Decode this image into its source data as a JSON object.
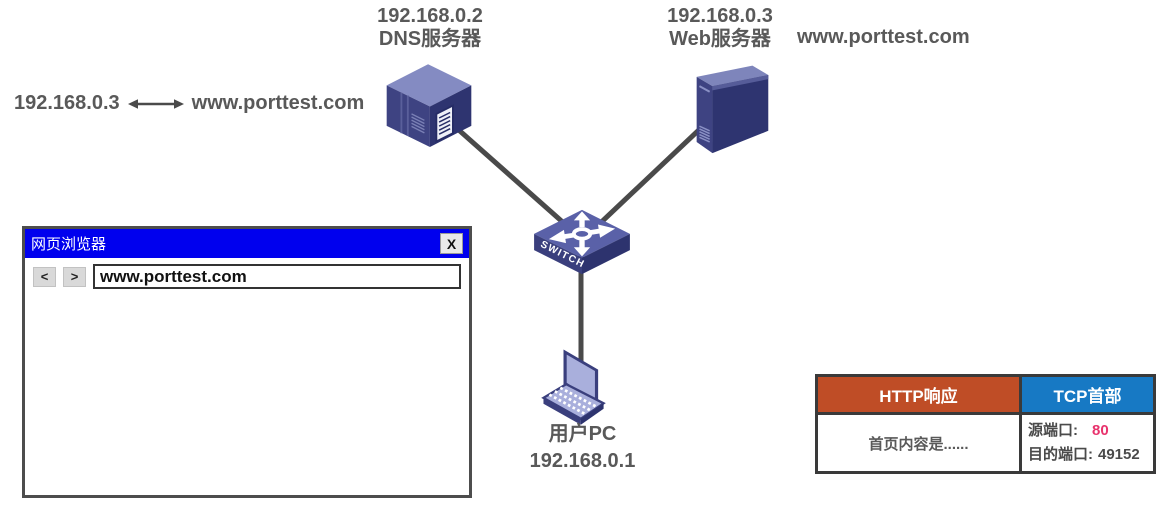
{
  "nodes": {
    "dns_server": {
      "ip": "192.168.0.2",
      "name": "DNS服务器"
    },
    "web_server": {
      "ip": "192.168.0.3",
      "name": "Web服务器"
    },
    "web_domain": "www.porttest.com",
    "switch": {
      "name": "SWITCH"
    },
    "user_pc": {
      "name": "用户PC",
      "ip": "192.168.0.1"
    }
  },
  "dns_mapping": {
    "ip": "192.168.0.3",
    "domain": "www.porttest.com"
  },
  "browser": {
    "title": "网页浏览器",
    "close": "X",
    "back": "<",
    "forward": ">",
    "address": "www.porttest.com"
  },
  "packet_table": {
    "headers": [
      {
        "label": "HTTP响应",
        "color": "#BF4D26"
      },
      {
        "label": "TCP首部",
        "color": "#1779C4"
      }
    ],
    "payload": "首页内容是......",
    "src_port_label": "源端口:",
    "src_port": "80",
    "dst_port_label": "目的端口:",
    "dst_port": "49152"
  },
  "colors": {
    "link_line": "#4A4A4A",
    "label_text": "#595959",
    "titlebar_blue": "#0000EE",
    "port_highlight_pink": "#E8336D",
    "device_dark_navy": "#3A3F7D",
    "device_light_periwinkle": "#A9AFDC"
  }
}
